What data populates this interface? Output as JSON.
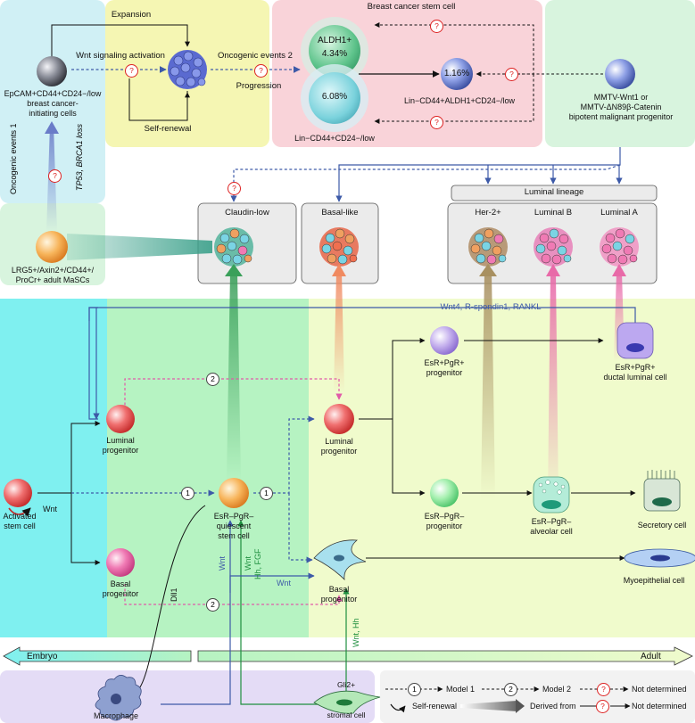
{
  "top": {
    "expansion": "Expansion",
    "wnt_signaling": "Wnt signaling activation",
    "self_renewal": "Self-renewal",
    "oncogenic_events_2": "Oncogenic events 2",
    "progression": "Progression",
    "bcsc_title": "Breast  cancer stem cell",
    "aldh1_label": "ALDH1+",
    "aldh1_pct": "4.34%",
    "cd44_pct": "6.08%",
    "center_pct": "1.16%",
    "lin_cd44_aldh1": "Lin−CD44+ALDH1+CD24−/low",
    "lin_cd44": "Lin−CD44+CD24−/low",
    "epcam_line1": "EpCAM+CD44+CD24−/low",
    "epcam_line2": "breast  cancer-",
    "epcam_line3": "initiating cells",
    "mmtv_line1": "MMTV-Wnt1 or",
    "mmtv_line2": "MMTV-ΔN89β-Catenin",
    "mmtv_line3": "bipotent malignant progenitor"
  },
  "left_panel": {
    "oncogenic_events_1": "Oncogenic events 1",
    "tp53_brca1": "TP53, BRCA1 loss",
    "masc_line1": "LRG5+/Axin2+/CD44+/",
    "masc_line2": "ProCr+ adult MaSCs"
  },
  "subtypes": {
    "claudin_low": "Claudin-low",
    "basal_like": "Basal-like",
    "luminal_lineage": "Luminal lineage",
    "her2": "Her-2+",
    "luminal_b": "Luminal B",
    "luminal_a": "Luminal A"
  },
  "hierarchy": {
    "wnt4_rspondin_rankl": "Wnt4, R-spondin1, RANKL",
    "activated_stem_cell_1": "Activated",
    "activated_stem_cell_2": "stem cell",
    "wnt_self": "Wnt",
    "luminal_progenitor_left_1": "Luminal",
    "luminal_progenitor_left_2": "progenitor",
    "basal_progenitor_left_1": "Basal",
    "basal_progenitor_left_2": "progenitor",
    "quiescent_1": "EsR–PgR–",
    "quiescent_2": "quiescent",
    "quiescent_3": "stem cell",
    "luminal_progenitor_mid_1": "Luminal",
    "luminal_progenitor_mid_2": "progenitor",
    "basal_progenitor_mid_1": "Basal",
    "basal_progenitor_mid_2": "progenitor",
    "esr_pos_prog_1": "EsR+PgR+",
    "esr_pos_prog_2": "progenitor",
    "esr_neg_prog_1": "EsR–PgR–",
    "esr_neg_prog_2": "progenitor",
    "ductal_1": "EsR+PgR+",
    "ductal_2": "ductal luminal cell",
    "alveolar_1": "EsR–PgR–",
    "alveolar_2": "alveolar cell",
    "secretory": "Secretory cell",
    "myoepithelial": "Myoepithelial cell",
    "dll1": "Dll1",
    "wnt_a": "Wnt",
    "wnt_b": "Wnt",
    "hh_fgf": "Hh, FGF",
    "wnt_c": "Wnt",
    "wnt_hh": "Wnt, Hh"
  },
  "bottom": {
    "embryo": "Embryo",
    "adult": "Adult",
    "macrophage": "Macrophage",
    "gli2_1": "Gli2+",
    "gli2_2": "stromal cell"
  },
  "legend": {
    "model1": "Model 1",
    "model2": "Model 2",
    "not_determined": "Not determined",
    "self_renewal": "Self-renewal",
    "derived_from": "Derived from",
    "not_determined_2": "Not determined"
  },
  "badges": {
    "one": "1",
    "two": "2",
    "q": "?"
  },
  "colors": {
    "top_yellow": "#f5f6b3",
    "top_pink": "#f9d3d9",
    "top_green": "#d8f4de",
    "top_cyan": "#d0f0f5",
    "left_cyan": "#7ff0f0",
    "mid_green": "#b6f3c2",
    "right_yellow": "#f0fbcc",
    "bottom_purple": "#e4dcf6",
    "arrow_blue": "#3d5aa8",
    "arrow_pink": "#e05aa8",
    "arrow_green": "#1f8f3f",
    "red": "#d22222"
  }
}
